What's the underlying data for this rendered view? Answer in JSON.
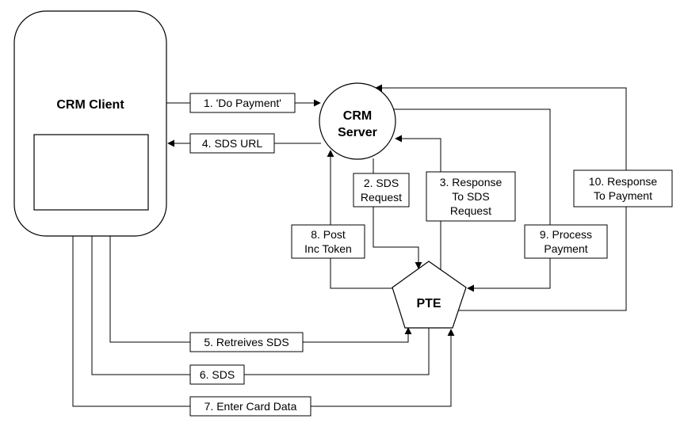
{
  "nodes": {
    "crm_client": "CRM Client",
    "crm_server_line1": "CRM",
    "crm_server_line2": "Server",
    "pte": "PTE"
  },
  "edges": {
    "e1": "1. 'Do Payment'",
    "e2_line1": "2. SDS",
    "e2_line2": "Request",
    "e3_line1": "3. Response",
    "e3_line2": "To SDS",
    "e3_line3": "Request",
    "e4": "4. SDS URL",
    "e5": "5. Retreives SDS",
    "e6": "6. SDS",
    "e7": "7. Enter Card Data",
    "e8_line1": "8. Post",
    "e8_line2": "Inc Token",
    "e9_line1": "9. Process",
    "e9_line2": "Payment",
    "e10_line1": "10. Response",
    "e10_line2": "To Payment"
  }
}
